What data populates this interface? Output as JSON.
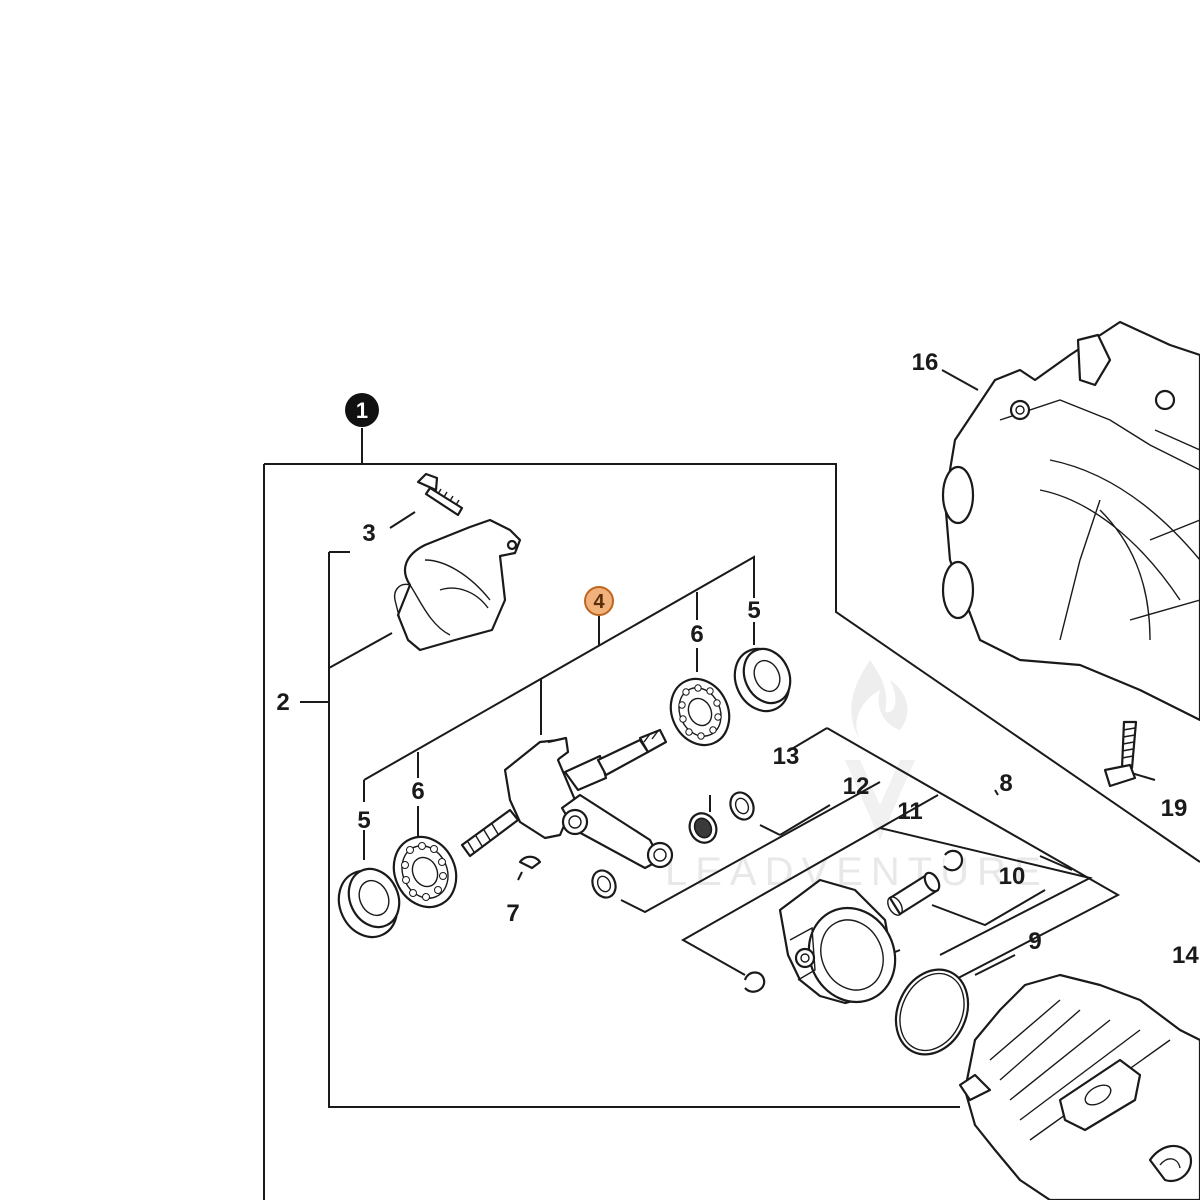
{
  "callouts": {
    "c1": "1",
    "c2": "2",
    "c3": "3",
    "c4": "4",
    "c5a": "5",
    "c5b": "5",
    "c6a": "6",
    "c6b": "6",
    "c7": "7",
    "c8": "8",
    "c9": "9",
    "c10": "10",
    "c11": "11",
    "c12": "12",
    "c13": "13",
    "c14": "14",
    "c16": "16",
    "c19": "19"
  },
  "watermark": {
    "text": "LEADVENTURE"
  },
  "colors": {
    "line": "#1a1a1a",
    "highlight_fill": "#f0b27a",
    "highlight_stroke": "#c0651f",
    "badge_fill": "#111111"
  }
}
